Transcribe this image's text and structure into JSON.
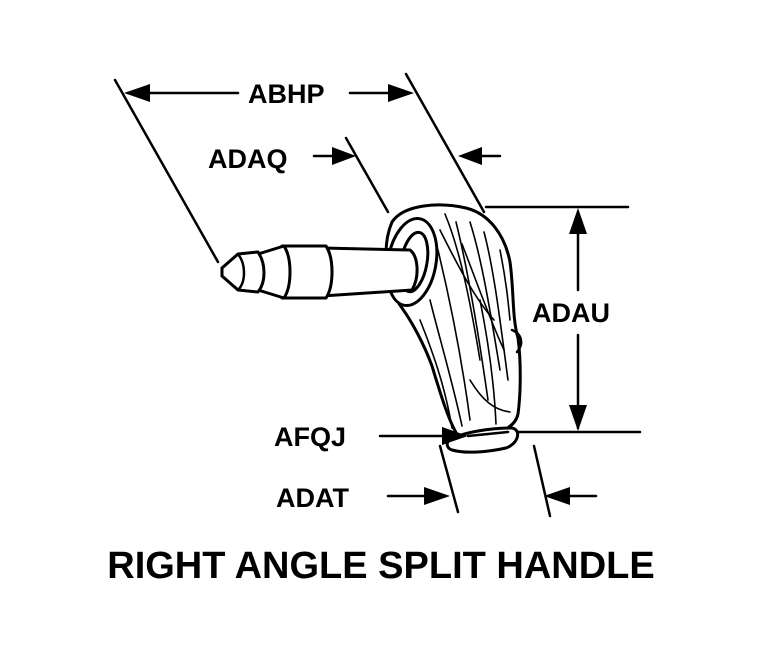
{
  "labels": {
    "abhp": "ABHP",
    "adaq": "ADAQ",
    "adau": "ADAU",
    "afqj": "AFQJ",
    "adat": "ADAT"
  },
  "title": "RIGHT ANGLE SPLIT HANDLE"
}
